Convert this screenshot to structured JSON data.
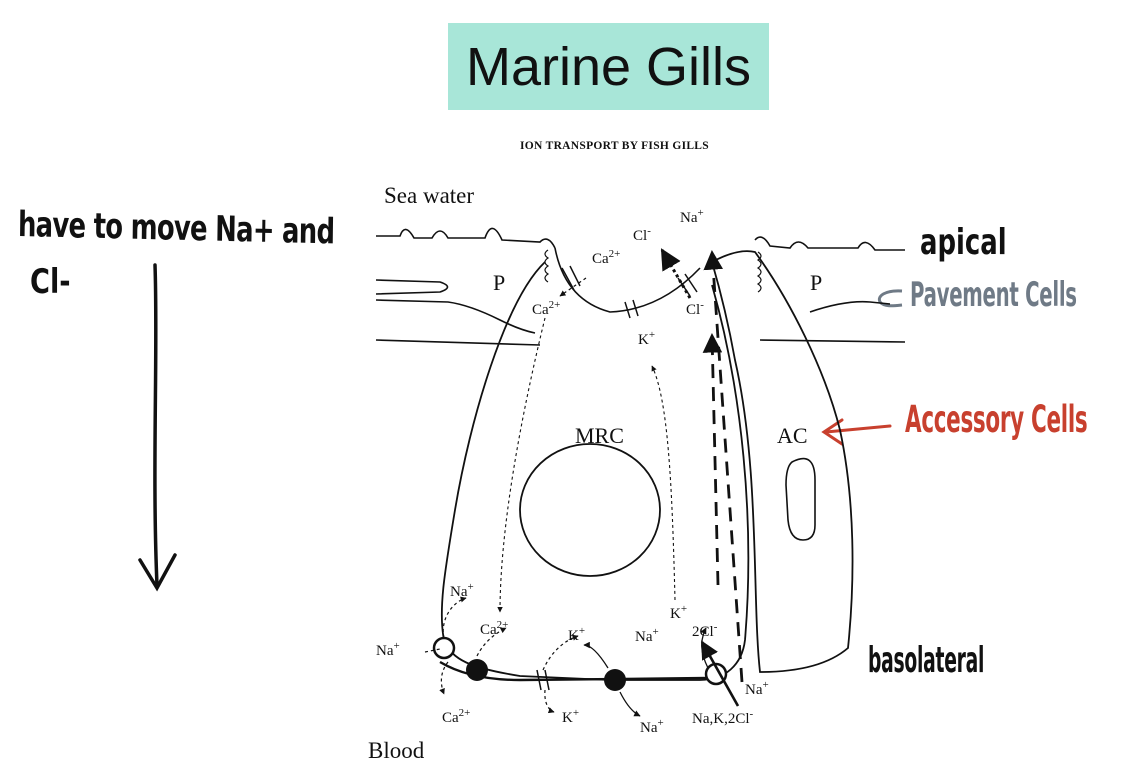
{
  "title": "Marine Gills",
  "figure_heading": "ION TRANSPORT BY FISH GILLS",
  "handwritten": {
    "note_line1": "have to move Na+ and",
    "note_line2": "Cl-",
    "apical": "apical",
    "pavement_cells": "Pavement Cells",
    "accessory_cells": "Accessory Cells",
    "basolateral": "basolateral",
    "pavement_color": "#6f7a86",
    "accessory_color": "#c8402e"
  },
  "diagram": {
    "sea_water": "Sea water",
    "blood": "Blood",
    "p_left": "P",
    "p_right": "P",
    "mrc": "MRC",
    "ac": "AC",
    "apical_ions": {
      "ca_top": "Ca",
      "ca_top_sup": "2+",
      "cl_top": "Cl",
      "cl_top_sup": "-",
      "na_top": "Na",
      "na_top_sup": "+",
      "ca_in": "Ca",
      "ca_in_sup": "2+",
      "k_in": "K",
      "k_in_sup": "+",
      "cl_in": "Cl",
      "cl_in_sup": "-"
    },
    "basal_ions": {
      "na_up": "Na",
      "na_up_sup": "+",
      "ca_mid": "Ca",
      "ca_mid_sup": "2+",
      "na_left": "Na",
      "na_left_sup": "+",
      "ca_low": "Ca",
      "ca_low_sup": "2+",
      "k_up": "K",
      "k_up_sup": "+",
      "k_low": "K",
      "k_low_sup": "+",
      "na_pump_up": "Na",
      "na_pump_up_sup": "+",
      "na_pump_low": "Na",
      "na_pump_low_sup": "+",
      "k_cotr": "K",
      "k_cotr_sup": "+",
      "cl2": "2Cl",
      "cl2_sup": "-",
      "na_right": "Na",
      "na_right_sup": "+",
      "nkcc": "Na,K,2Cl",
      "nkcc_sup": "-"
    }
  }
}
